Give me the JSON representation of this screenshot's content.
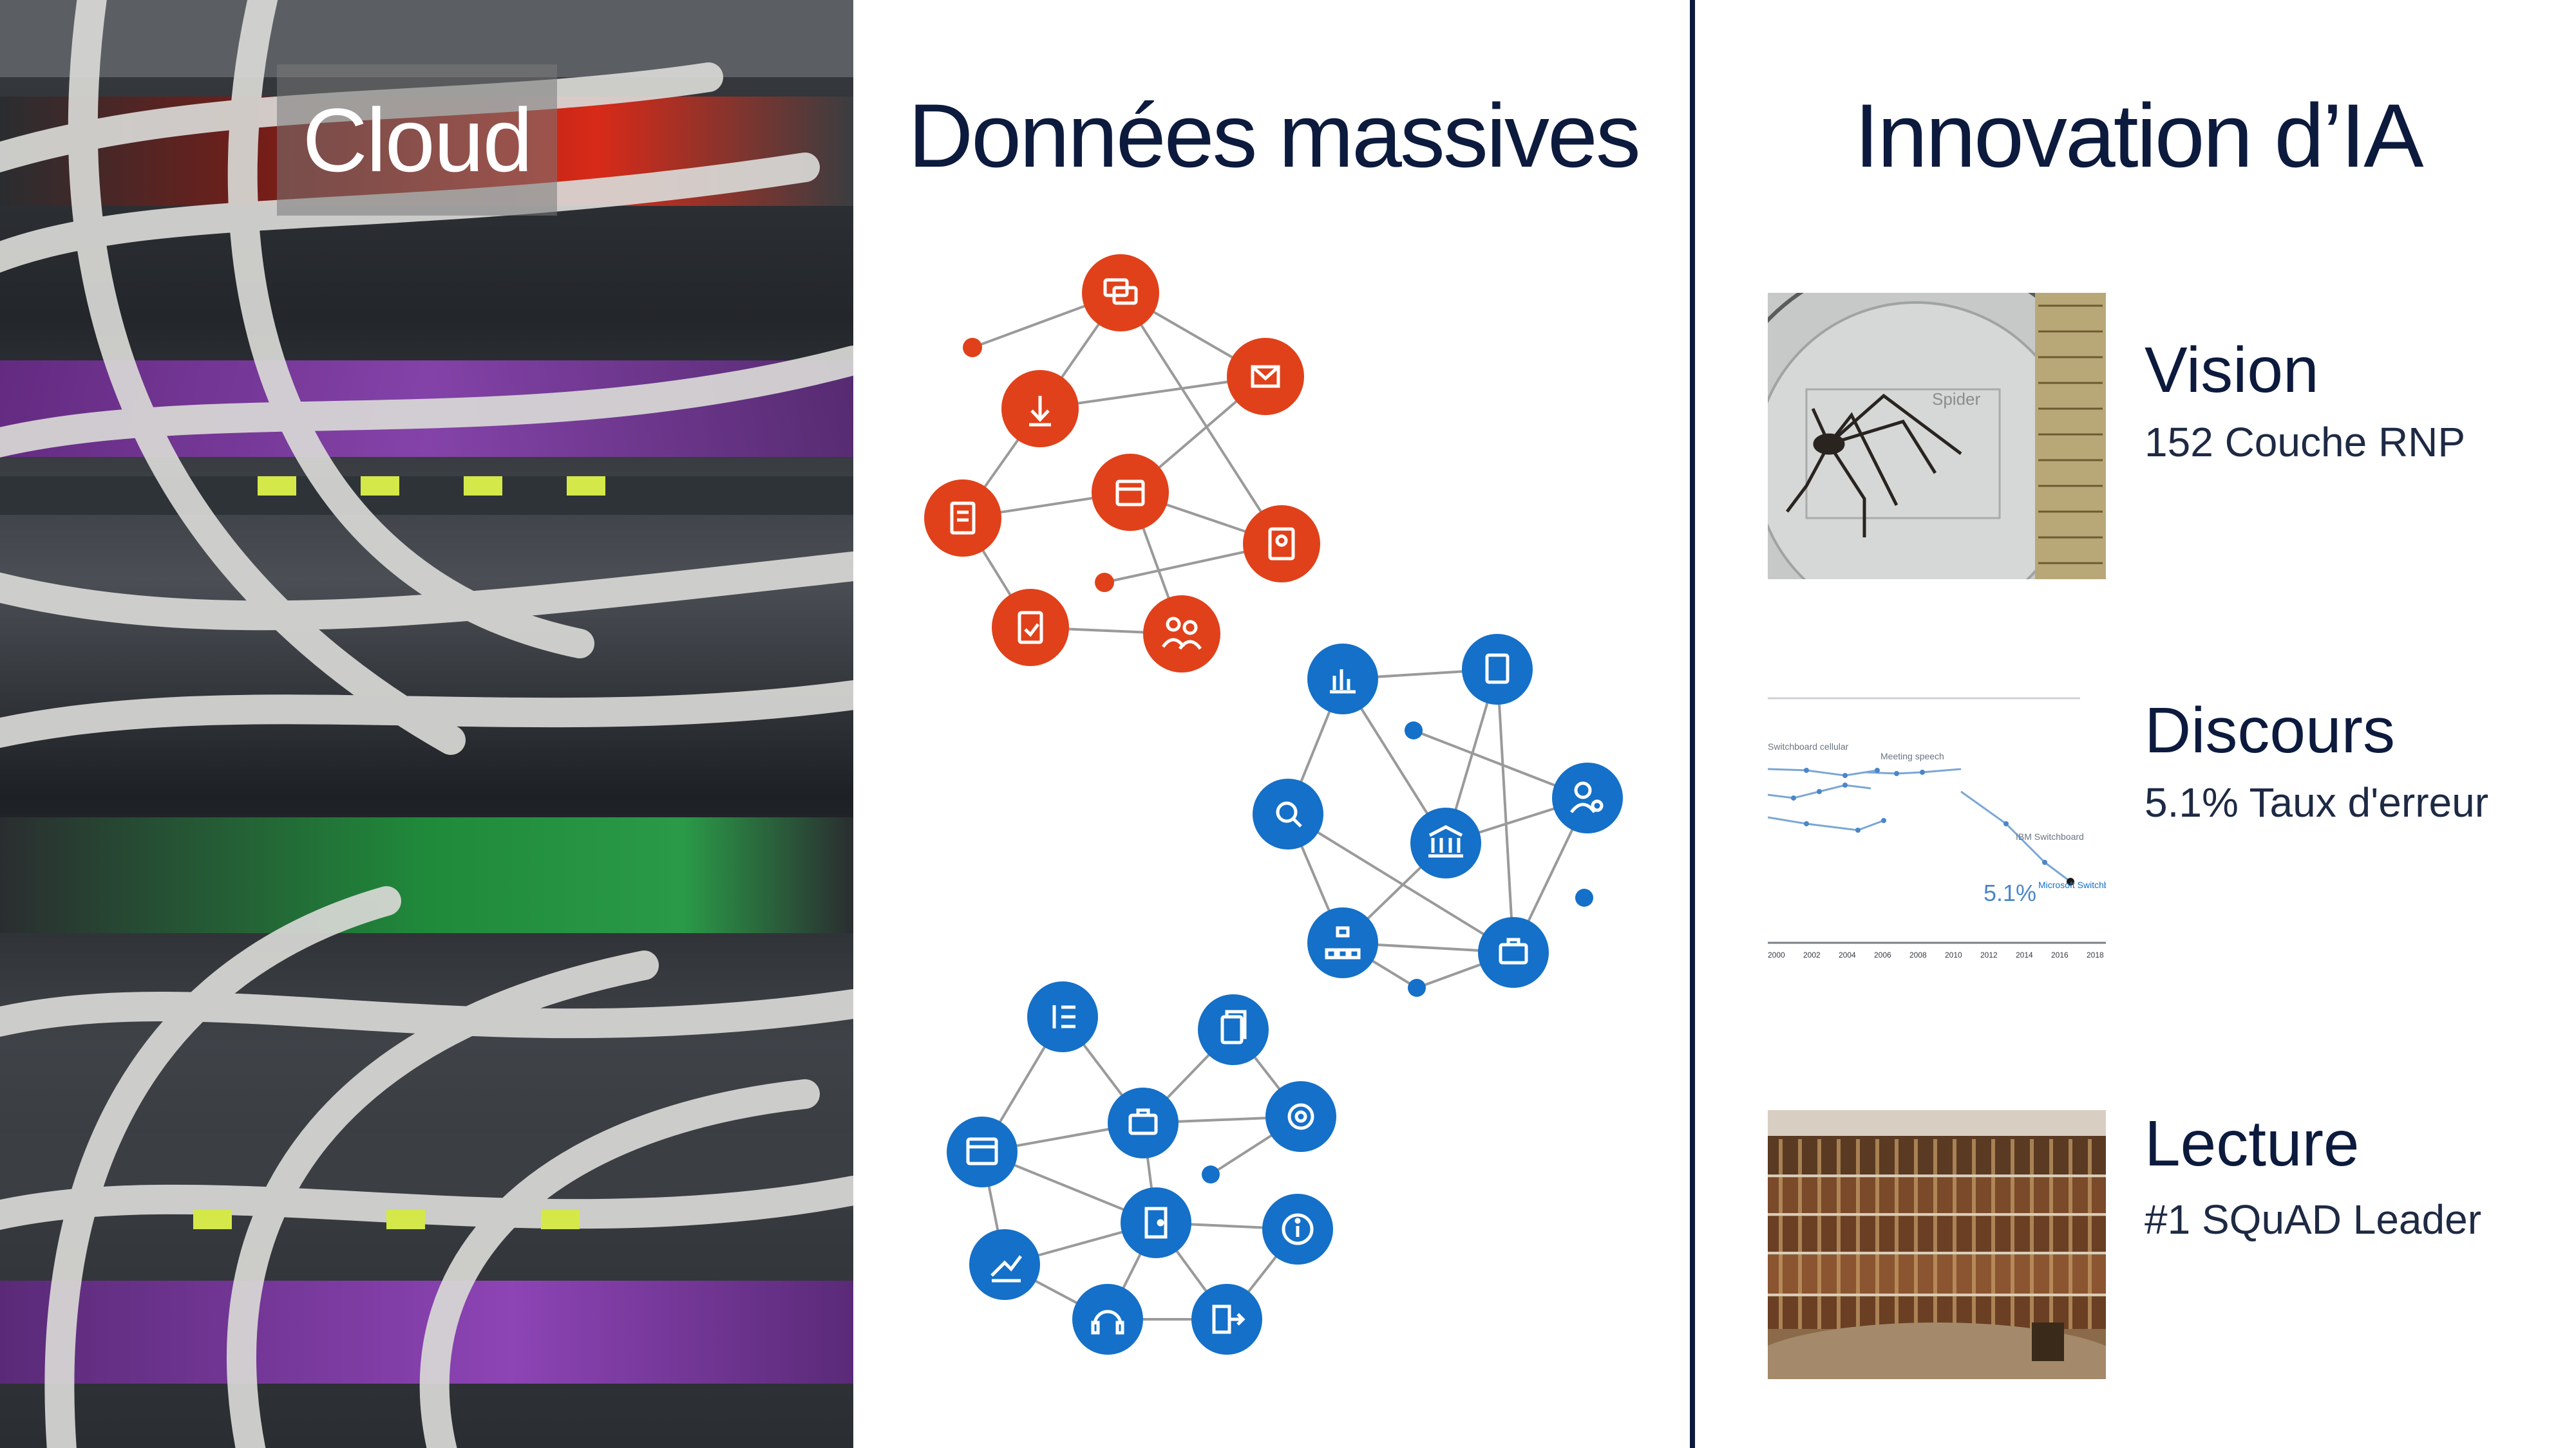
{
  "cloud": {
    "title": "Cloud"
  },
  "big_data": {
    "title": "Données massives",
    "orange": "#e0411a",
    "blue": "#1470c8"
  },
  "ai": {
    "title": "Innovation d’IA",
    "rows": [
      {
        "title": "Vision",
        "subtitle": "152 Couche RNP",
        "image_label": "Spider"
      },
      {
        "title": "Discours",
        "subtitle": "5.1% Taux d'erreur",
        "chart": {
          "labels": [
            "Switchboard cellular",
            "Meeting speech",
            "IBM Switchboard",
            "Microsoft Switchboard"
          ],
          "highlight_value": "5.1%",
          "x_ticks": [
            "2000",
            "2002",
            "2004",
            "2006",
            "2008",
            "2010",
            "2012",
            "2014",
            "2016",
            "2018"
          ]
        }
      },
      {
        "title": "Lecture",
        "subtitle": "#1 SQuAD Leader"
      }
    ]
  },
  "colors": {
    "navy": "#0c1a3d",
    "divider": "#0c1a3d"
  }
}
